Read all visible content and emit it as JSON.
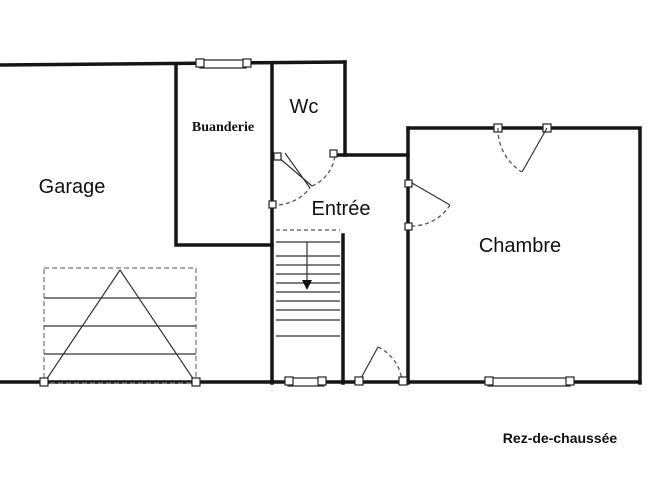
{
  "rooms": {
    "garage": "Garage",
    "buanderie": "Buanderie",
    "wc": "Wc",
    "entree": "Entrée",
    "chambre": "Chambre"
  },
  "caption": "Rez-de-chaussée"
}
